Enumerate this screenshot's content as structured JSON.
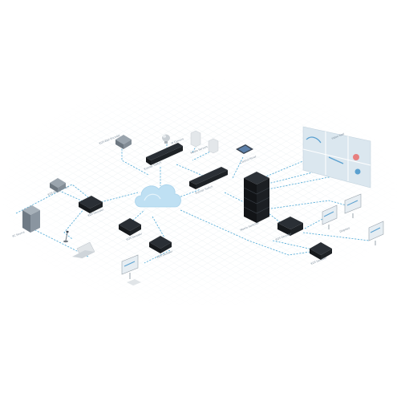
{
  "diagram": {
    "labels": {
      "top_encoder": "KDS-EN2 Encoder",
      "switch_top": "Kramer Switch",
      "camera": "IP Camera",
      "servers": "Media Servers",
      "control_panel": "Control Panel",
      "video_wall": "Video Wall",
      "switch_mid": "Kramer Switch",
      "matrix_rack": "Matrix Switcher",
      "left_encoder": "KDS-EN2 Encoder",
      "decoder_left": "KDS Decoder",
      "decoder_center": "KDS Decoder",
      "pc": "PC Source",
      "decoder_bottom": "KDS Decoder",
      "decoder_right_a": "KDS Decoder",
      "decoder_right_b": "KDS Decoder",
      "monitors": "Displays"
    }
  },
  "colors": {
    "link": "#4fa9d6",
    "device_dark": "#1f2328",
    "cloud": "#bfe0f3",
    "grid": "#eef2f5",
    "wall_panel": "#dbe7ef"
  },
  "icons": [
    "cloud-icon",
    "video-wall-icon",
    "monitor-icon",
    "laptop-icon",
    "microphone-icon",
    "camera-icon",
    "server-icon"
  ]
}
